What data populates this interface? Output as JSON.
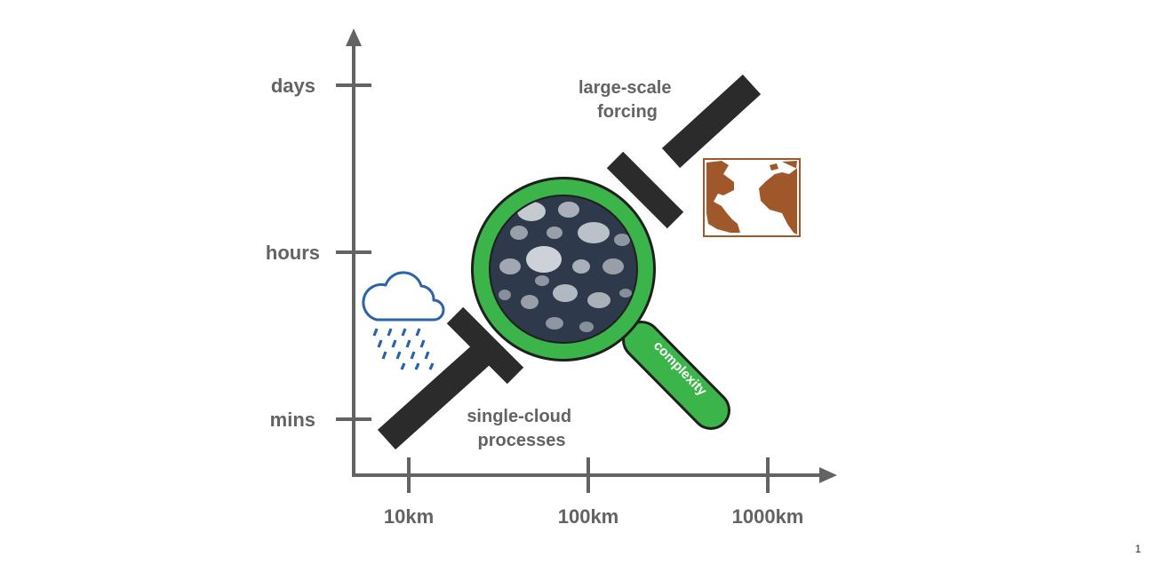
{
  "y_axis": {
    "ticks": [
      "days",
      "hours",
      "mins"
    ]
  },
  "x_axis": {
    "ticks": [
      "10km",
      "100km",
      "1000km"
    ]
  },
  "annotations": {
    "large_scale": [
      "large-scale",
      "forcing"
    ],
    "single_cloud": [
      "single-cloud",
      "processes"
    ],
    "handle": "complexity"
  },
  "icons": {
    "rain_cloud": "rain-cloud-icon",
    "map": "atlantic-map-icon",
    "magnifier": "magnifying-glass-icon"
  },
  "colors": {
    "axis": "#636363",
    "bar": "#2b2b2b",
    "magnifier": "#3bb54a",
    "cloud": "#2a63a8",
    "map": "#a0582b",
    "lens": "#2e3a4c"
  },
  "page_number": "1"
}
